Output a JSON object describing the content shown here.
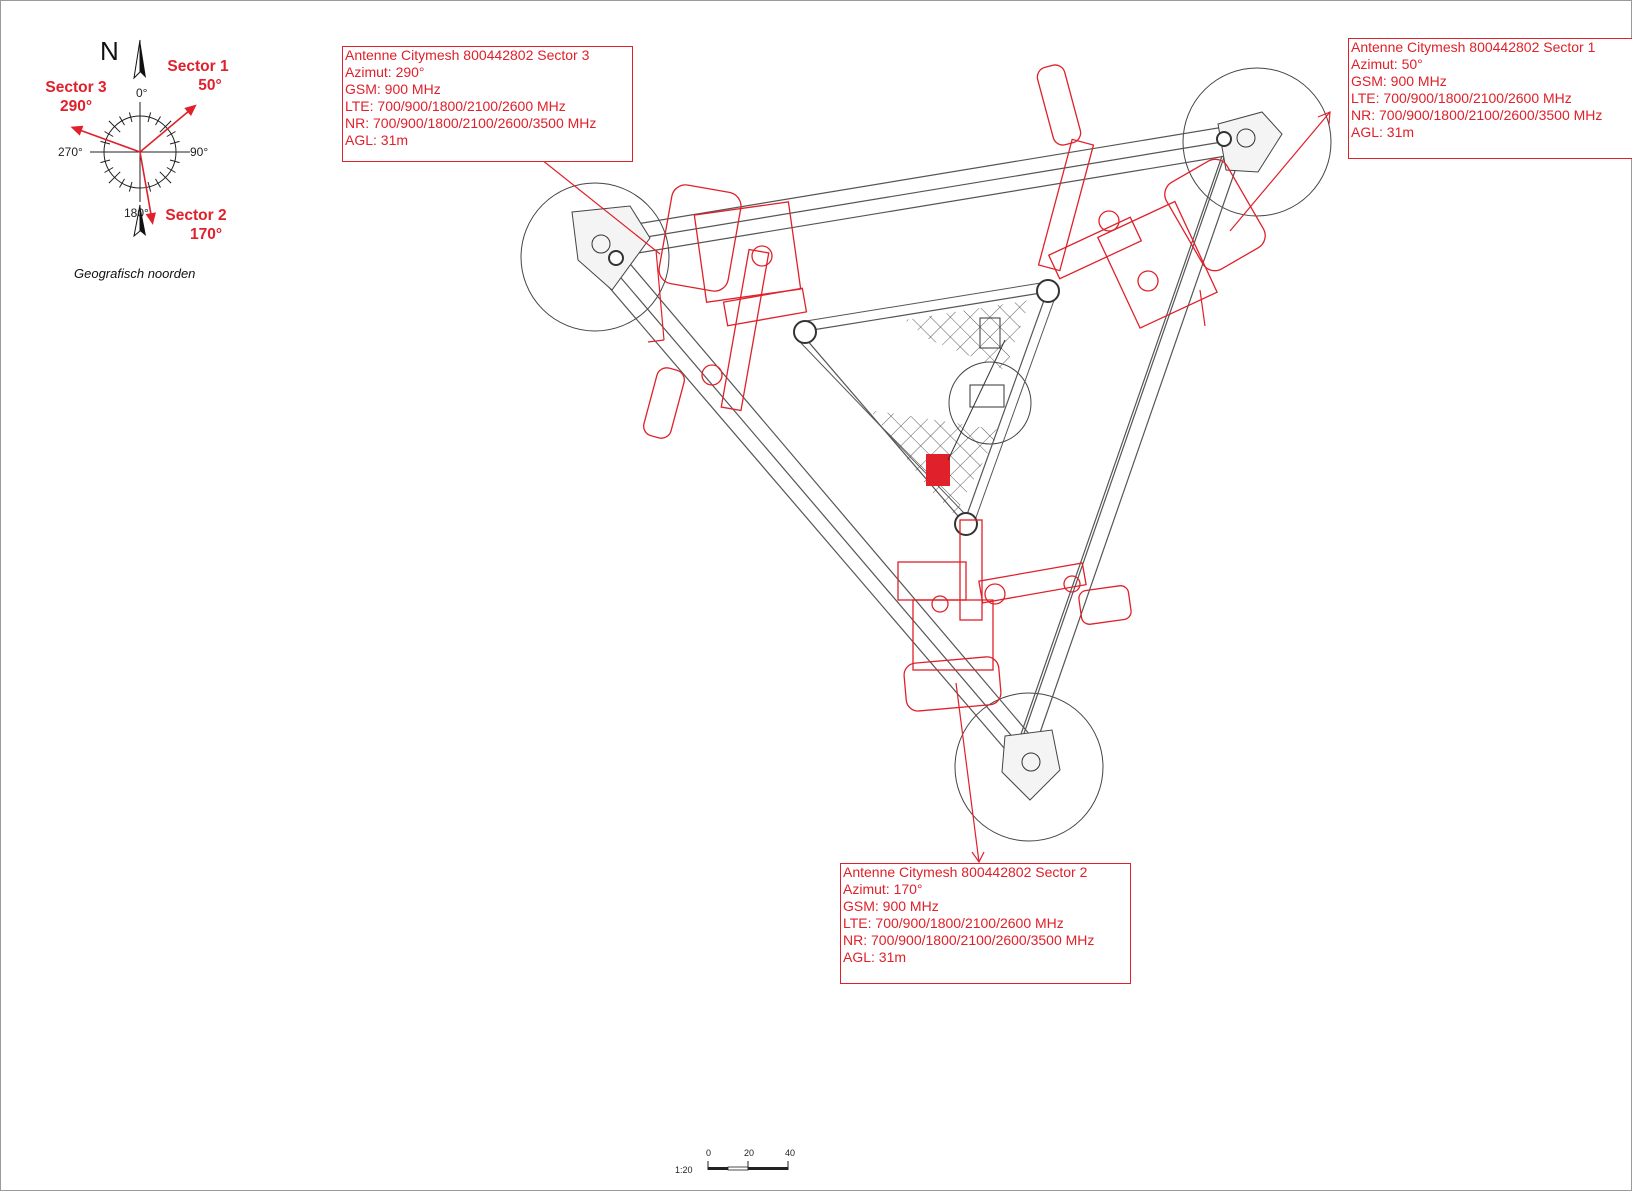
{
  "compass": {
    "north_letter": "N",
    "deg_0": "0°",
    "deg_90": "90°",
    "deg_180": "180°",
    "deg_270": "270°",
    "caption": "Geografisch noorden",
    "sectors": [
      {
        "name": "Sector 1",
        "azimuth_label": "50°",
        "azimuth": 50
      },
      {
        "name": "Sector 2",
        "azimuth_label": "170°",
        "azimuth": 170
      },
      {
        "name": "Sector 3",
        "azimuth_label": "290°",
        "azimuth": 290
      }
    ]
  },
  "labels": {
    "sector3": {
      "title": "Antenne Citymesh 800442802 Sector 3",
      "azimut": "Azimut: 290°",
      "gsm": "GSM: 900 MHz",
      "lte": "LTE: 700/900/1800/2100/2600 MHz",
      "nr": "NR: 700/900/1800/2100/2600/3500 MHz",
      "agl": "AGL: 31m"
    },
    "sector1": {
      "title": "Antenne Citymesh 800442802 Sector 1",
      "azimut": "Azimut: 50°",
      "gsm": "GSM: 900 MHz",
      "lte": "LTE: 700/900/1800/2100/2600 MHz",
      "nr": "NR: 700/900/1800/2100/2600/3500 MHz",
      "agl": "AGL: 31m"
    },
    "sector2": {
      "title": "Antenne Citymesh 800442802 Sector 2",
      "azimut": "Azimut: 170°",
      "gsm": "GSM: 900 MHz",
      "lte": "LTE: 700/900/1800/2100/2600 MHz",
      "nr": "NR: 700/900/1800/2100/2600/3500 MHz",
      "agl": "AGL: 31m"
    }
  },
  "scale_bar": {
    "ratio": "1:20",
    "tick_0": "0",
    "tick_20": "20",
    "tick_40": "40"
  },
  "colors": {
    "annotation_red": "#e0202a",
    "linework": "#4a4a4a"
  }
}
